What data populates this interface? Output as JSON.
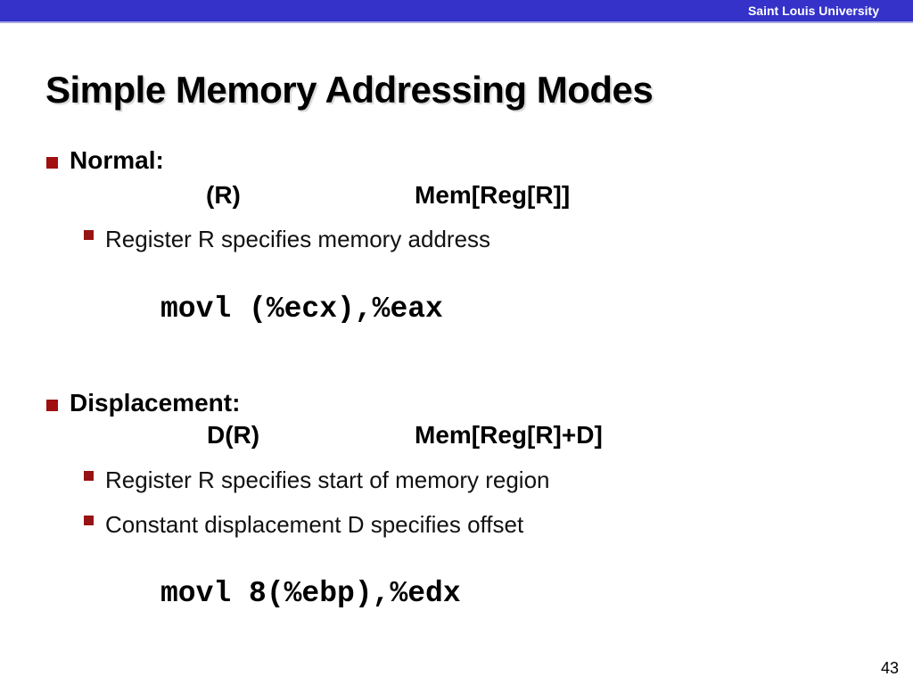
{
  "slide": {
    "institution": "Saint Louis University",
    "title": "Simple Memory Addressing Modes",
    "page_number": "43"
  },
  "colors": {
    "header_bar": "#3432c9",
    "header_underline": "#a9a9e2",
    "bullet_red": "#a01010",
    "sub_bullet_red": "#971414",
    "text": "#000000"
  },
  "sections": [
    {
      "heading": "Normal:",
      "syntax": "(R)",
      "meaning": "Mem[Reg[R]]",
      "points": [
        "Register R specifies memory address"
      ],
      "code": "movl (%ecx),%eax"
    },
    {
      "heading": "Displacement:",
      "syntax": "D(R)",
      "meaning": "Mem[Reg[R]+D]",
      "points": [
        "Register R specifies start of memory region",
        "Constant displacement D specifies offset"
      ],
      "code": "movl 8(%ebp),%edx"
    }
  ]
}
